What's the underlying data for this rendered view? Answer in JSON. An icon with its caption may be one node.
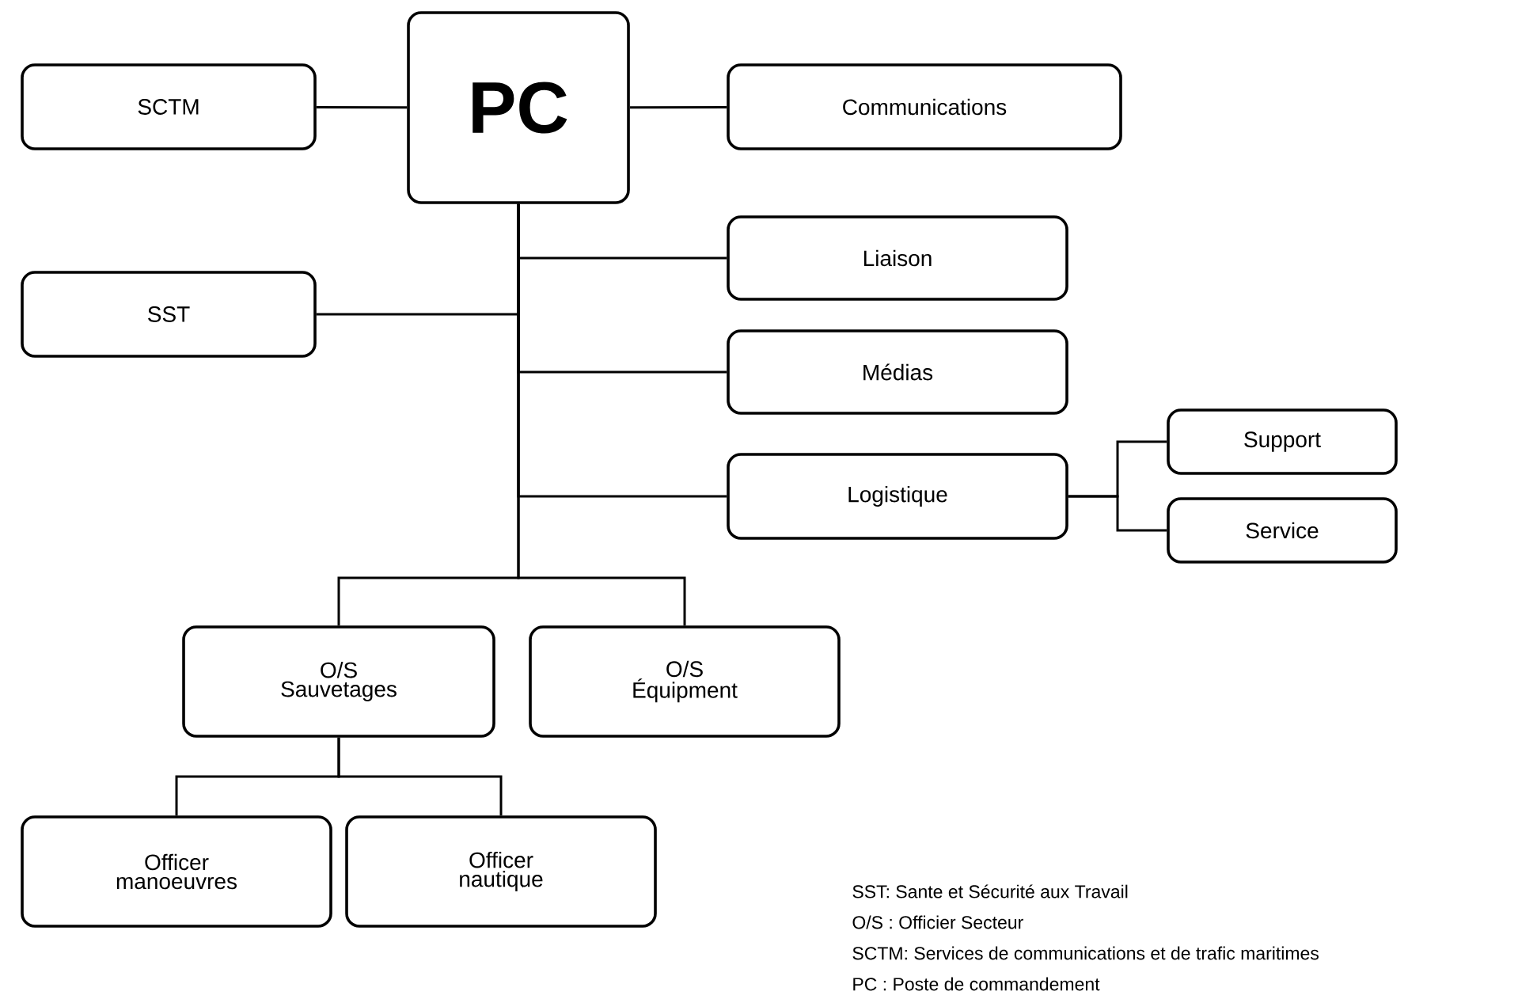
{
  "diagram": {
    "nodes": [
      {
        "text": [
          "PC"
        ]
      },
      {
        "text": [
          "SCTM"
        ]
      },
      {
        "text": [
          "Communications"
        ]
      },
      {
        "text": [
          "Liaison"
        ]
      },
      {
        "text": [
          "SST"
        ]
      },
      {
        "text": [
          "Médias"
        ]
      },
      {
        "text": [
          "Logistique"
        ]
      },
      {
        "text": [
          "Support"
        ]
      },
      {
        "text": [
          "Service"
        ]
      },
      {
        "text": [
          "O/S Sauvetages"
        ]
      },
      {
        "text": [
          "O/S Équipment"
        ]
      },
      {
        "text": [
          "Officer manoeuvres"
        ]
      },
      {
        "text": [
          "Officer nautique"
        ]
      }
    ],
    "edges": [
      {
        "from": 0,
        "to": 1,
        "arrow": "none"
      },
      {
        "from": 0,
        "to": 2,
        "arrow": "none"
      },
      {
        "from": 0,
        "to": 3,
        "arrow": "none"
      },
      {
        "from": 0,
        "to": 4,
        "arrow": "none"
      },
      {
        "from": 0,
        "to": 5,
        "arrow": "none"
      },
      {
        "from": 0,
        "to": 6,
        "arrow": "none"
      },
      {
        "from": 6,
        "to": 7,
        "arrow": "none"
      },
      {
        "from": 6,
        "to": 8,
        "arrow": "none"
      },
      {
        "from": 0,
        "to": 9,
        "arrow": "none"
      },
      {
        "from": 0,
        "to": 10,
        "arrow": "none"
      },
      {
        "from": 9,
        "to": 11,
        "arrow": "none"
      },
      {
        "from": 9,
        "to": 12,
        "arrow": "none"
      }
    ],
    "labels": [
      "SST: Sante et Sécurité aux Travail",
      "O/S : Officier Secteur",
      "SCTM: Services de communications et de trafic maritimes",
      "PC : Poste de commandement"
    ]
  }
}
